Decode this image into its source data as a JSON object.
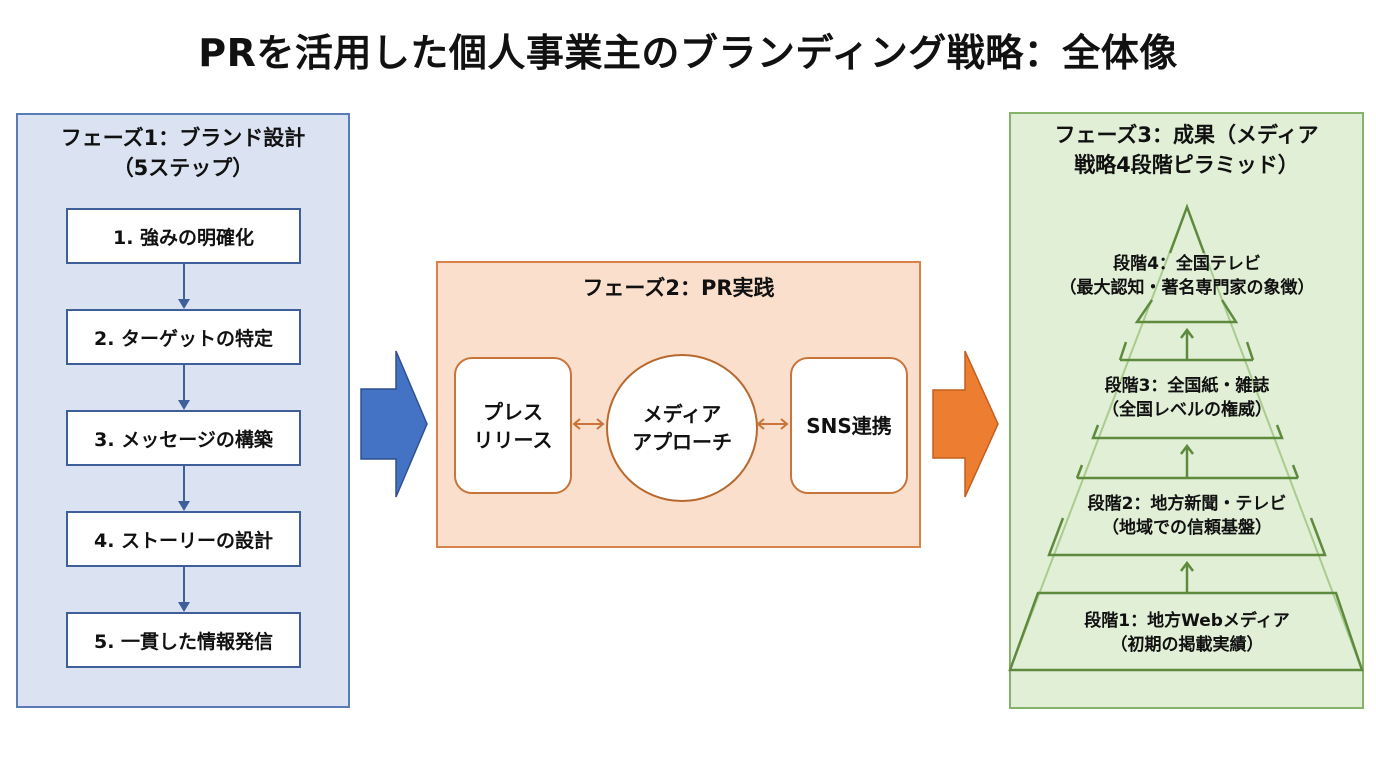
{
  "title": "PRを活用した個人事業主のブランディング戦略：全体像",
  "phase1": {
    "title_line1": "フェーズ1：ブランド設計",
    "title_line2": "（5ステップ）",
    "steps": [
      {
        "label": "1. 強みの明確化"
      },
      {
        "label": "2. ターゲットの特定"
      },
      {
        "label": "3. メッセージの構築"
      },
      {
        "label": "4. ストーリーの設計"
      },
      {
        "label": "5. 一貫した情報発信"
      }
    ],
    "color": "#3f5f9a",
    "fill": "#dbe3f3"
  },
  "phase2": {
    "title": "フェーズ2：PR実践",
    "nodes": {
      "press_release_line1": "プレス",
      "press_release_line2": "リリース",
      "media_approach_line1": "メディア",
      "media_approach_line2": "アプローチ",
      "sns": "SNS連携"
    },
    "color": "#d9824a",
    "fill": "#fae0cc"
  },
  "phase3": {
    "title_line1": "フェーズ3：成果（メディア",
    "title_line2": "戦略4段階ピラミッド）",
    "stages": [
      {
        "line1": "段階4：全国テレビ",
        "line2": "（最大認知・著名専門家の象徴）"
      },
      {
        "line1": "段階3：全国紙・雑誌",
        "line2": "（全国レベルの権威）"
      },
      {
        "line1": "段階2：地方新聞・テレビ",
        "line2": "（地域での信頼基盤）"
      },
      {
        "line1": "段階1：地方Webメディア",
        "line2": "（初期の掲載実績）"
      }
    ],
    "color": "#5e8a3e",
    "fill": "#e2efd7"
  },
  "arrows": {
    "phase1_to_phase2_color": "#4472c4",
    "phase2_to_phase3_color": "#ed7d31"
  }
}
